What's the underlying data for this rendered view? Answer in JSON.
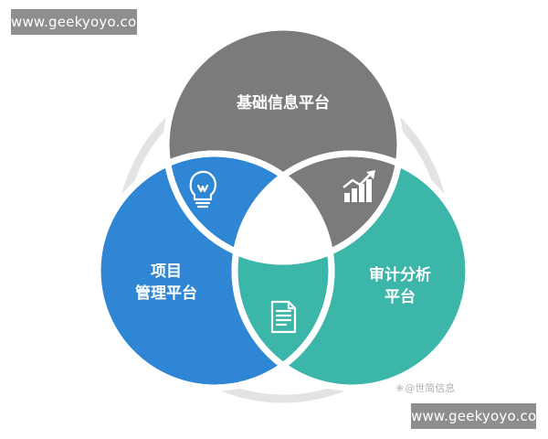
{
  "watermark_top": "www.geekyoyo.com",
  "watermark_bottom": "www.geekyoyo.com",
  "credit": "@世简信息",
  "platforms": {
    "top": {
      "label": "基础信息平台",
      "color": "#7b7b7b"
    },
    "left": {
      "lines": [
        "项目",
        "管理平台"
      ],
      "color": "#2f86d4"
    },
    "right": {
      "lines": [
        "审计分析",
        "平台"
      ],
      "color": "#3db6aa"
    }
  },
  "icons": {
    "top_left_lens": "lightbulb-icon",
    "top_right_lens": "growth-chart-icon",
    "bottom_lens": "document-icon"
  },
  "colors": {
    "ring": "#e3e3e3",
    "lens_left": "#2f86d4",
    "lens_right": "#7b7b7b",
    "lens_bottom": "#3db6aa"
  }
}
